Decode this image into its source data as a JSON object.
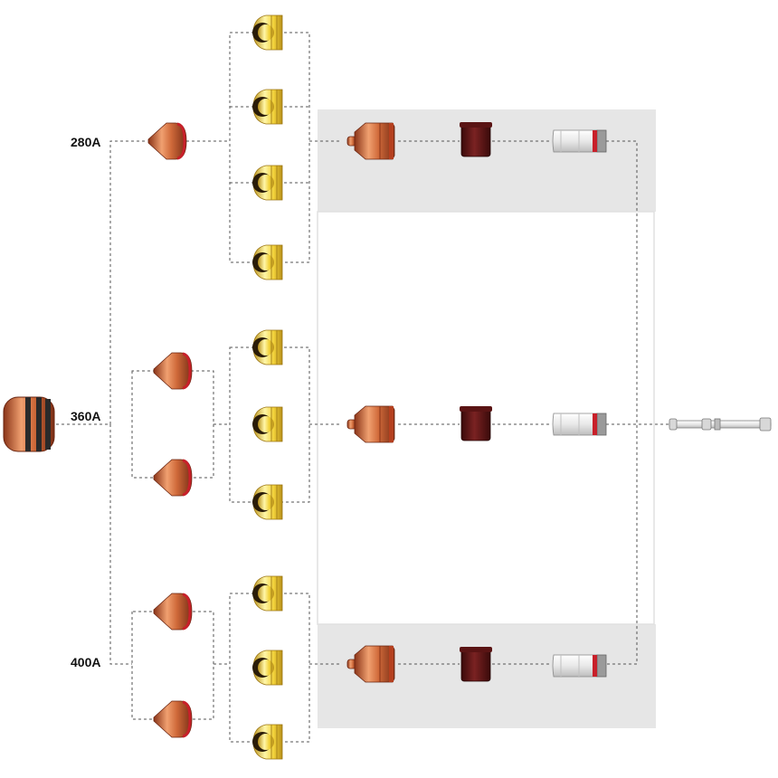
{
  "labels": {
    "current_280": "280A",
    "current_360": "360A",
    "current_400": "400A"
  },
  "colors": {
    "copper": "#c8643a",
    "copper_light": "#f0b080",
    "copper_dark": "#7a2e15",
    "gold": "#f2d23a",
    "gold_light": "#fff6a8",
    "gold_dark": "#b8901a",
    "maroon": "#5a1414",
    "band_red": "#c8202a",
    "panel_gray": "#e6e6e6",
    "line": "#555555"
  },
  "icons": {
    "shield_cap": "retaining-cap-icon",
    "shield": "shield-icon",
    "swirl_ring": "swirl-ring-icon",
    "nozzle": "nozzle-icon",
    "insulator": "insulator-ring-icon",
    "electrode": "electrode-icon",
    "torch_tube": "cooling-tube-icon"
  }
}
